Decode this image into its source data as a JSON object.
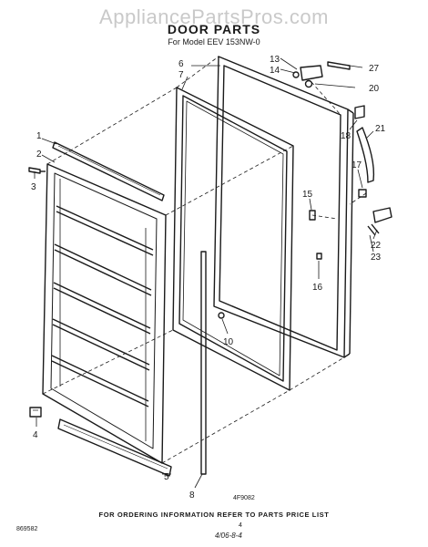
{
  "header": {
    "watermark": "AppliancePartsPros.com",
    "title": "DOOR PARTS",
    "model_line": "For Model EEV 153NW-0"
  },
  "callouts": [
    "1",
    "2",
    "3",
    "4",
    "5",
    "6",
    "7",
    "8",
    "10",
    "13",
    "14",
    "15",
    "16",
    "17",
    "18",
    "20",
    "21",
    "22",
    "23",
    "27"
  ],
  "footer": {
    "figure_code": "4F9082",
    "order_note": "FOR ORDERING INFORMATION REFER TO PARTS PRICE LIST",
    "page_number": "4",
    "document_code": "869582",
    "handwritten_date": "4/06-8-4"
  }
}
